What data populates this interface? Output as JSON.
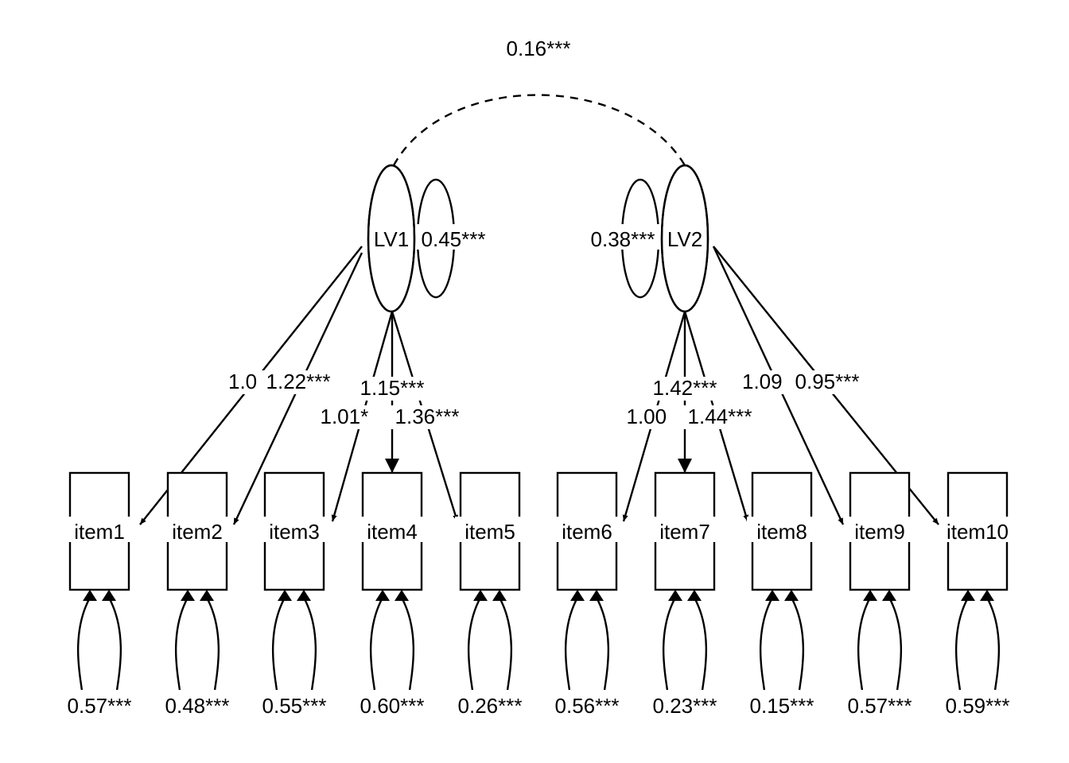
{
  "latent_variables": [
    {
      "id": "LV1",
      "label": "LV1",
      "variance": "0.45***"
    },
    {
      "id": "LV2",
      "label": "LV2",
      "variance": "0.38***"
    }
  ],
  "covariance": {
    "from": "LV1",
    "to": "LV2",
    "label": "0.16***"
  },
  "items": [
    {
      "id": "item1",
      "label": "item1",
      "residual": "0.57***"
    },
    {
      "id": "item2",
      "label": "item2",
      "residual": "0.48***"
    },
    {
      "id": "item3",
      "label": "item3",
      "residual": "0.55***"
    },
    {
      "id": "item4",
      "label": "item4",
      "residual": "0.60***"
    },
    {
      "id": "item5",
      "label": "item5",
      "residual": "0.26***"
    },
    {
      "id": "item6",
      "label": "item6",
      "residual": "0.56***"
    },
    {
      "id": "item7",
      "label": "item7",
      "residual": "0.23***"
    },
    {
      "id": "item8",
      "label": "item8",
      "residual": "0.15***"
    },
    {
      "id": "item9",
      "label": "item9",
      "residual": "0.57***"
    },
    {
      "id": "item10",
      "label": "item10",
      "residual": "0.59***"
    }
  ],
  "loadings": [
    {
      "from": "LV1",
      "to": "item1",
      "label": "1.0"
    },
    {
      "from": "LV1",
      "to": "item2",
      "label": "1.22***"
    },
    {
      "from": "LV1",
      "to": "item3",
      "label": "1.01*"
    },
    {
      "from": "LV1",
      "to": "item4",
      "label": "1.15***"
    },
    {
      "from": "LV1",
      "to": "item5",
      "label": "1.36***"
    },
    {
      "from": "LV2",
      "to": "item6",
      "label": "1.00"
    },
    {
      "from": "LV2",
      "to": "item7",
      "label": "1.42***"
    },
    {
      "from": "LV2",
      "to": "item8",
      "label": "1.44***"
    },
    {
      "from": "LV2",
      "to": "item9",
      "label": "1.09"
    },
    {
      "from": "LV2",
      "to": "item10",
      "label": "0.95***"
    }
  ]
}
